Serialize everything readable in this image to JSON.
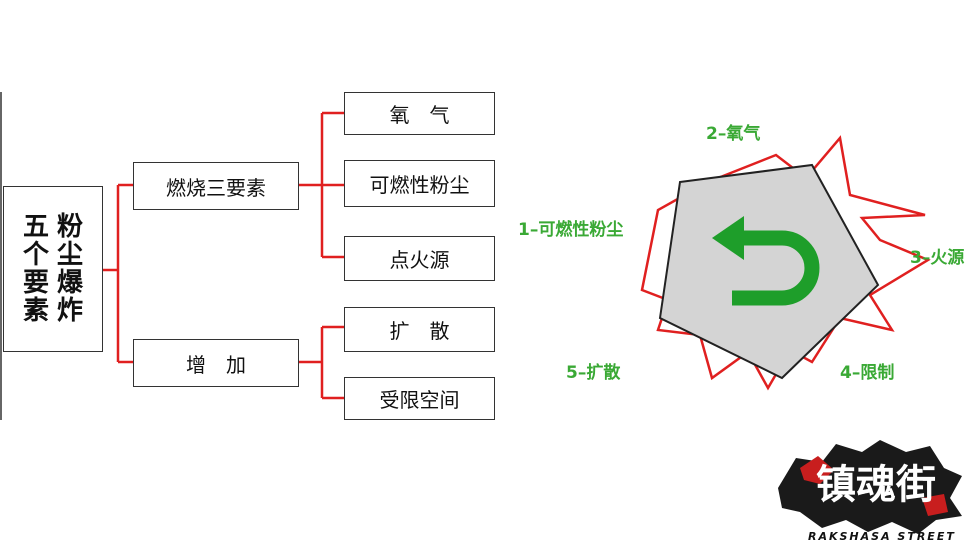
{
  "tree": {
    "root_col_left": [
      "五",
      "个",
      "要",
      "素"
    ],
    "root_col_right": [
      "粉",
      "尘",
      "爆",
      "炸"
    ],
    "branch1": "燃烧三要素",
    "branch2": "增　加",
    "leaves1": [
      "氧　气",
      "可燃性粉尘",
      "点火源"
    ],
    "leaves2": [
      "扩　散",
      "受限空间"
    ]
  },
  "pentagon": {
    "labels": [
      "2–氧气",
      "1–可燃性粉尘",
      "3–火源",
      "4–限制",
      "5–扩散"
    ]
  },
  "logo": {
    "cn_text": "镇魂街",
    "en_text": "RAKSHASA STREET"
  },
  "colors": {
    "connector": "#e02020",
    "arrow": "#1e9e2a",
    "label": "#3aa935",
    "pentagon_fill": "#d4d4d4"
  }
}
